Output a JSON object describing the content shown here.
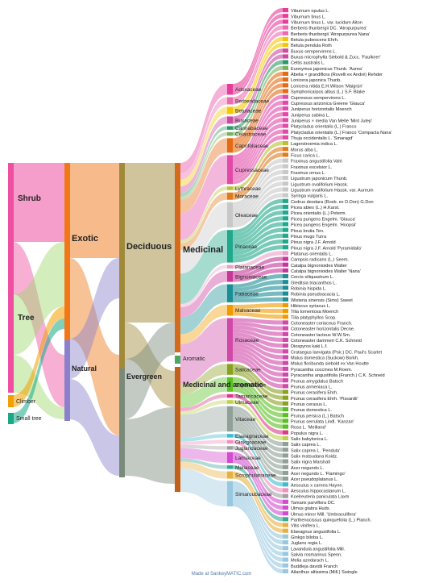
{
  "credit": "Made at SankeyMATIC.com",
  "colors": {
    "Shrub": "#ee4fa0",
    "Tree": "#9ed66a",
    "Climber": "#f2a000",
    "Small tree": "#1aa886",
    "Exotic": "#f07818",
    "Native": "#8a80cc",
    "Deciduous": "#a08a3a",
    "Evergreen": "#7a8a7a",
    "Medicinal": "#d46b1c",
    "Aromatic": "#4aa860",
    "Medicinal and aromatic": "#c2601a"
  },
  "families": [
    {
      "name": "Adoxaceae",
      "color": "#e63d9a",
      "species": [
        "Viburnum opulus L.",
        "Viburnum tinus L.",
        "Viburnum tinus L. var. lucidum Aiton"
      ]
    },
    {
      "name": "Berberidaceae",
      "color": "#ee6ab0",
      "species": [
        "Berberis thunbergii DC. 'Atropurpurea'",
        "Berberis thunbergii 'Atropurpurea Nana'"
      ]
    },
    {
      "name": "Betulaceae",
      "color": "#f3c800",
      "species": [
        "Betula pubescens Ehrh.",
        "Betula pendula Roth"
      ]
    },
    {
      "name": "Buxaceae",
      "color": "#cc4aa0",
      "species": [
        "Buxus sempervirens L.",
        "Buxus microphylla Siebold & Zucc. 'Faulkner'"
      ]
    },
    {
      "name": "Cannabaceae",
      "color": "#2a9a68",
      "species": [
        "Celtis australis L."
      ]
    },
    {
      "name": "Celastraceae",
      "color": "#7ab060",
      "species": [
        "Euonymus japonicus Thunb. 'Aurea'"
      ]
    },
    {
      "name": "Caprifoliaceae",
      "color": "#e66a12",
      "species": [
        "Abelia × grandiflora (Rovelli ex André) Rehder",
        "Lonicera japonica Thunb.",
        "Lonicera nitida E.H.Wilson 'Maigrün'",
        "Symphoricarpos albus (L.) S.F. Blake"
      ]
    },
    {
      "name": "Cupressaceae",
      "color": "#e34aa8",
      "species": [
        "Cupressus sempervirens L.",
        "Cupressus arizonica Greene 'Glauca'",
        "Juniperus horizontalis Moench",
        "Juniperus sabina L.",
        "Juniperus × media Van Melle 'Mint Julep'",
        "Platycladus orientalis (L.) Franco",
        "Platycladus orientalis (L.) Franco 'Compacta Nana'",
        "Thuja occidentalis L. 'Smaragd'"
      ]
    },
    {
      "name": "Lythraceae",
      "color": "#b8c230",
      "species": [
        "Lagerstroemia indica L."
      ]
    },
    {
      "name": "Moraceae",
      "color": "#e07a1a",
      "species": [
        "Morus alba L.",
        "Ficus carica L."
      ]
    },
    {
      "name": "Oleaceae",
      "color": "#c8c8c8",
      "species": [
        "Fraxinus angustifolia Vahl",
        "Fraxinus excelsior L.",
        "Fraxinus ornus L.",
        "Ligustrum japonicum Thunb.",
        "Ligustrum ovalifolium Hassk.",
        "Ligustrum ovalifolium Hassk. var. Aureum",
        "Syringa vulgaris L."
      ]
    },
    {
      "name": "Pinaceae",
      "color": "#20a88a",
      "species": [
        "Cedrus deodara (Roxb. ex D.Don) G.Don",
        "Picea abies (L.) H.Karst.",
        "Picea orientalis (L.) Peterm.",
        "Picea pungens Engelm. 'Glauca'",
        "Picea pungens Engelm. 'Hoopsii'",
        "Pinus brutia Ten.",
        "Pinus mugo Turra",
        "Pinus nigra J.F. Arnold",
        "Pinus nigra J.F. Arnold 'Pyramidalis'"
      ]
    },
    {
      "name": "Platanaceae",
      "color": "#e8a2c8",
      "species": [
        "Platanus orientalis L."
      ]
    },
    {
      "name": "Bignoniaceae",
      "color": "#c8369a",
      "species": [
        "Campsis radicans (L.) Seem.",
        "Catalpa bignonioides Walter",
        "Catalpa bignonioides Walter 'Nana'"
      ]
    },
    {
      "name": "Fabaceae",
      "color": "#1a8e94",
      "species": [
        "Cercis siliquastrum L.",
        "Gleditsia triacanthos L.",
        "Robinia hispida L.",
        "Robinia pseudoacacia L.",
        "Wisteria sinensis (Sims) Sweet"
      ]
    },
    {
      "name": "Malvaceae",
      "color": "#f09a00",
      "species": [
        "Hibiscus syriacus L.",
        "Tilia tomentosa Moench",
        "Tilia platyphyllos Scop."
      ]
    },
    {
      "name": "Rosaceae",
      "color": "#d048a8",
      "species": [
        "Cotoneaster coriaceus Franch.",
        "Cotoneaster horizontalis Decne.",
        "Cotoneaster lacteus W.W.Sm.",
        "Cotoneaster dammeri C.K. Schneid",
        "Diospyros kaki L.f.",
        "Crataegus laevigata (Poir.) DC. Paul's Scarlet",
        "Malus domestica (Suckow) Borkh.",
        "Malus floribunda siebold ex Van Houtte",
        "Pyracantha coccinea M.Roem.",
        "Pyracantha angustifolia (Franch.) C.K. Schneid",
        "Prunus amygdalus Batsch",
        "Prunus armeniaca L."
      ]
    },
    {
      "name": "Salicaceae",
      "color": "#8aa020",
      "species": [
        "Prunus cerasifera Ehrh.",
        "Prunus cerasifera Ehrh. 'Pissardii'",
        "Prunus cerasus L."
      ]
    },
    {
      "name": "Sapindaceae",
      "color": "#58c020",
      "species": [
        "Prunus domestica L.",
        "Prunus persica (L.) Batsch",
        "Prunus serrulata Lindl. 'Kanzan'",
        "Rosa L. 'Meilland'"
      ]
    },
    {
      "name": "Tamaricaceae",
      "color": "#de3a8a",
      "species": [
        "Populus nigra L."
      ]
    },
    {
      "name": "Ulmaceae",
      "color": "#bcd24a",
      "species": [
        "Salix babylonica L."
      ]
    },
    {
      "name": "Vitaceae",
      "color": "#90a098",
      "species": [
        "Salix caprea L.",
        "Salix caprea L. 'Pendula'",
        "Salix matsudana Koidz.",
        "Salix nigra Marshall",
        "Acer negundo L.",
        "Acer negundo L. 'Flamingo'",
        "Acer pseudoplatanus L."
      ]
    },
    {
      "name": "Elaeagnaceae",
      "color": "#40bcd0",
      "species": [
        "Aesculus x carnea Hayne."
      ]
    },
    {
      "name": "Ginkgoaceae",
      "color": "#f090c0",
      "species": [
        "Aesculus hippocastanum L."
      ]
    },
    {
      "name": "Juglandaceae",
      "color": "#a0a0a0",
      "species": [
        "Koelreuteria paniculata Laxm"
      ]
    },
    {
      "name": "Lamiaceae",
      "color": "#d44ad0",
      "species": [
        "Tamarix parviflora DC.",
        "Ulmus glabra Huds.",
        "Ulmus minor Mill. 'Umbraculifera'"
      ]
    },
    {
      "name": "Meliaceae",
      "color": "#3aa898",
      "species": [
        "Parthenocissus quinquefolia (L.) Planch."
      ]
    },
    {
      "name": "Scrophulariaceae",
      "color": "#e8b040",
      "species": [
        "Vitis vinifera L.",
        "Elaeagnus angustifolia L."
      ]
    },
    {
      "name": "Simaroubaceae",
      "color": "#98c8e0",
      "species": [
        "Ginkgo biloba L.",
        "Juglans regia L.",
        "Lavandula angustifolia Mill.",
        "Salvia rosmarinus Spenn.",
        "Melia azedarach L.",
        "Buddleja davidii Franch",
        "Ailanthus altissima (Mill.) Swingle"
      ]
    }
  ]
}
